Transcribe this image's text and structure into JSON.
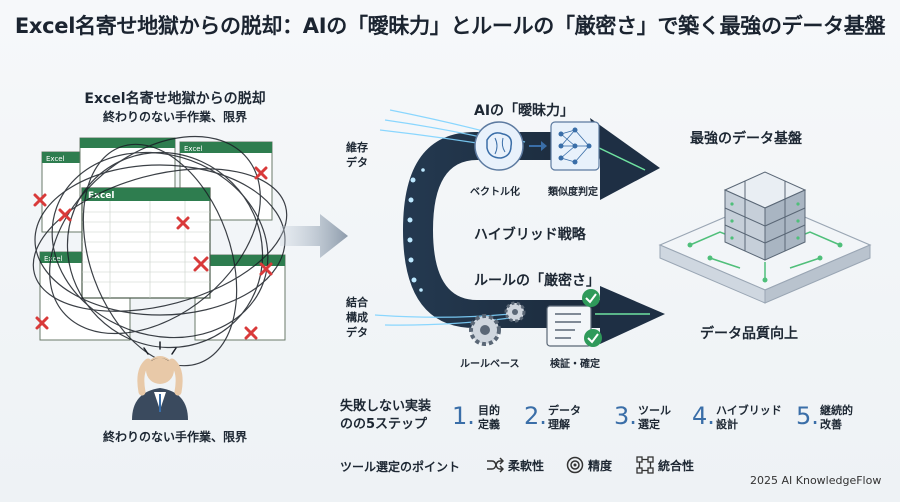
{
  "title": "Excel名寄せ地獄からの脱却：AIの「曖昧力」とルールの「厳密さ」で築く最強のデータ基盤",
  "left": {
    "heading": "Excel名寄せ地獄からの脱却",
    "subheading": "終わりのない手作業、限界",
    "bottom_caption": "終わりのない手作業、限界",
    "excel_label": "Excel"
  },
  "center": {
    "top_left_label": "維存\nデタ",
    "bottom_left_label": "結合\n構成\nデタ",
    "ai_title": "AIの「曖昧力」",
    "vectorize": "ベクトル化",
    "similarity": "類似度判定",
    "hybrid": "ハイブリッド戦略",
    "rule_title": "ルールの「厳密さ」",
    "rule_base": "ルールベース",
    "verify": "検証・確定"
  },
  "right": {
    "title": "最強のデータ基盤",
    "quality": "データ品質向上"
  },
  "steps": {
    "title": "失敗しない実装\nのの5ステップ",
    "items": [
      {
        "num": "1.",
        "text": "目的\n定義"
      },
      {
        "num": "2.",
        "text": "データ\n理解"
      },
      {
        "num": "3.",
        "text": "ツール\n選定"
      },
      {
        "num": "4.",
        "text": "ハイブリッド\n設計"
      },
      {
        "num": "5.",
        "text": "継続的\n改善"
      }
    ]
  },
  "points": {
    "title": "ツール選定のポイント",
    "items": [
      {
        "icon": "flexibility-icon",
        "label": "柔軟性"
      },
      {
        "icon": "target-icon",
        "label": "精度"
      },
      {
        "icon": "integration-icon",
        "label": "統合性"
      }
    ]
  },
  "copyright": "2025 AI KnowledgeFlow",
  "colors": {
    "accent": "#3a6ea8",
    "excel_green": "#2e7d4f",
    "error_red": "#d93a3a",
    "arrow_dark": "#1e2f44",
    "glow": "#7fd3ff"
  }
}
